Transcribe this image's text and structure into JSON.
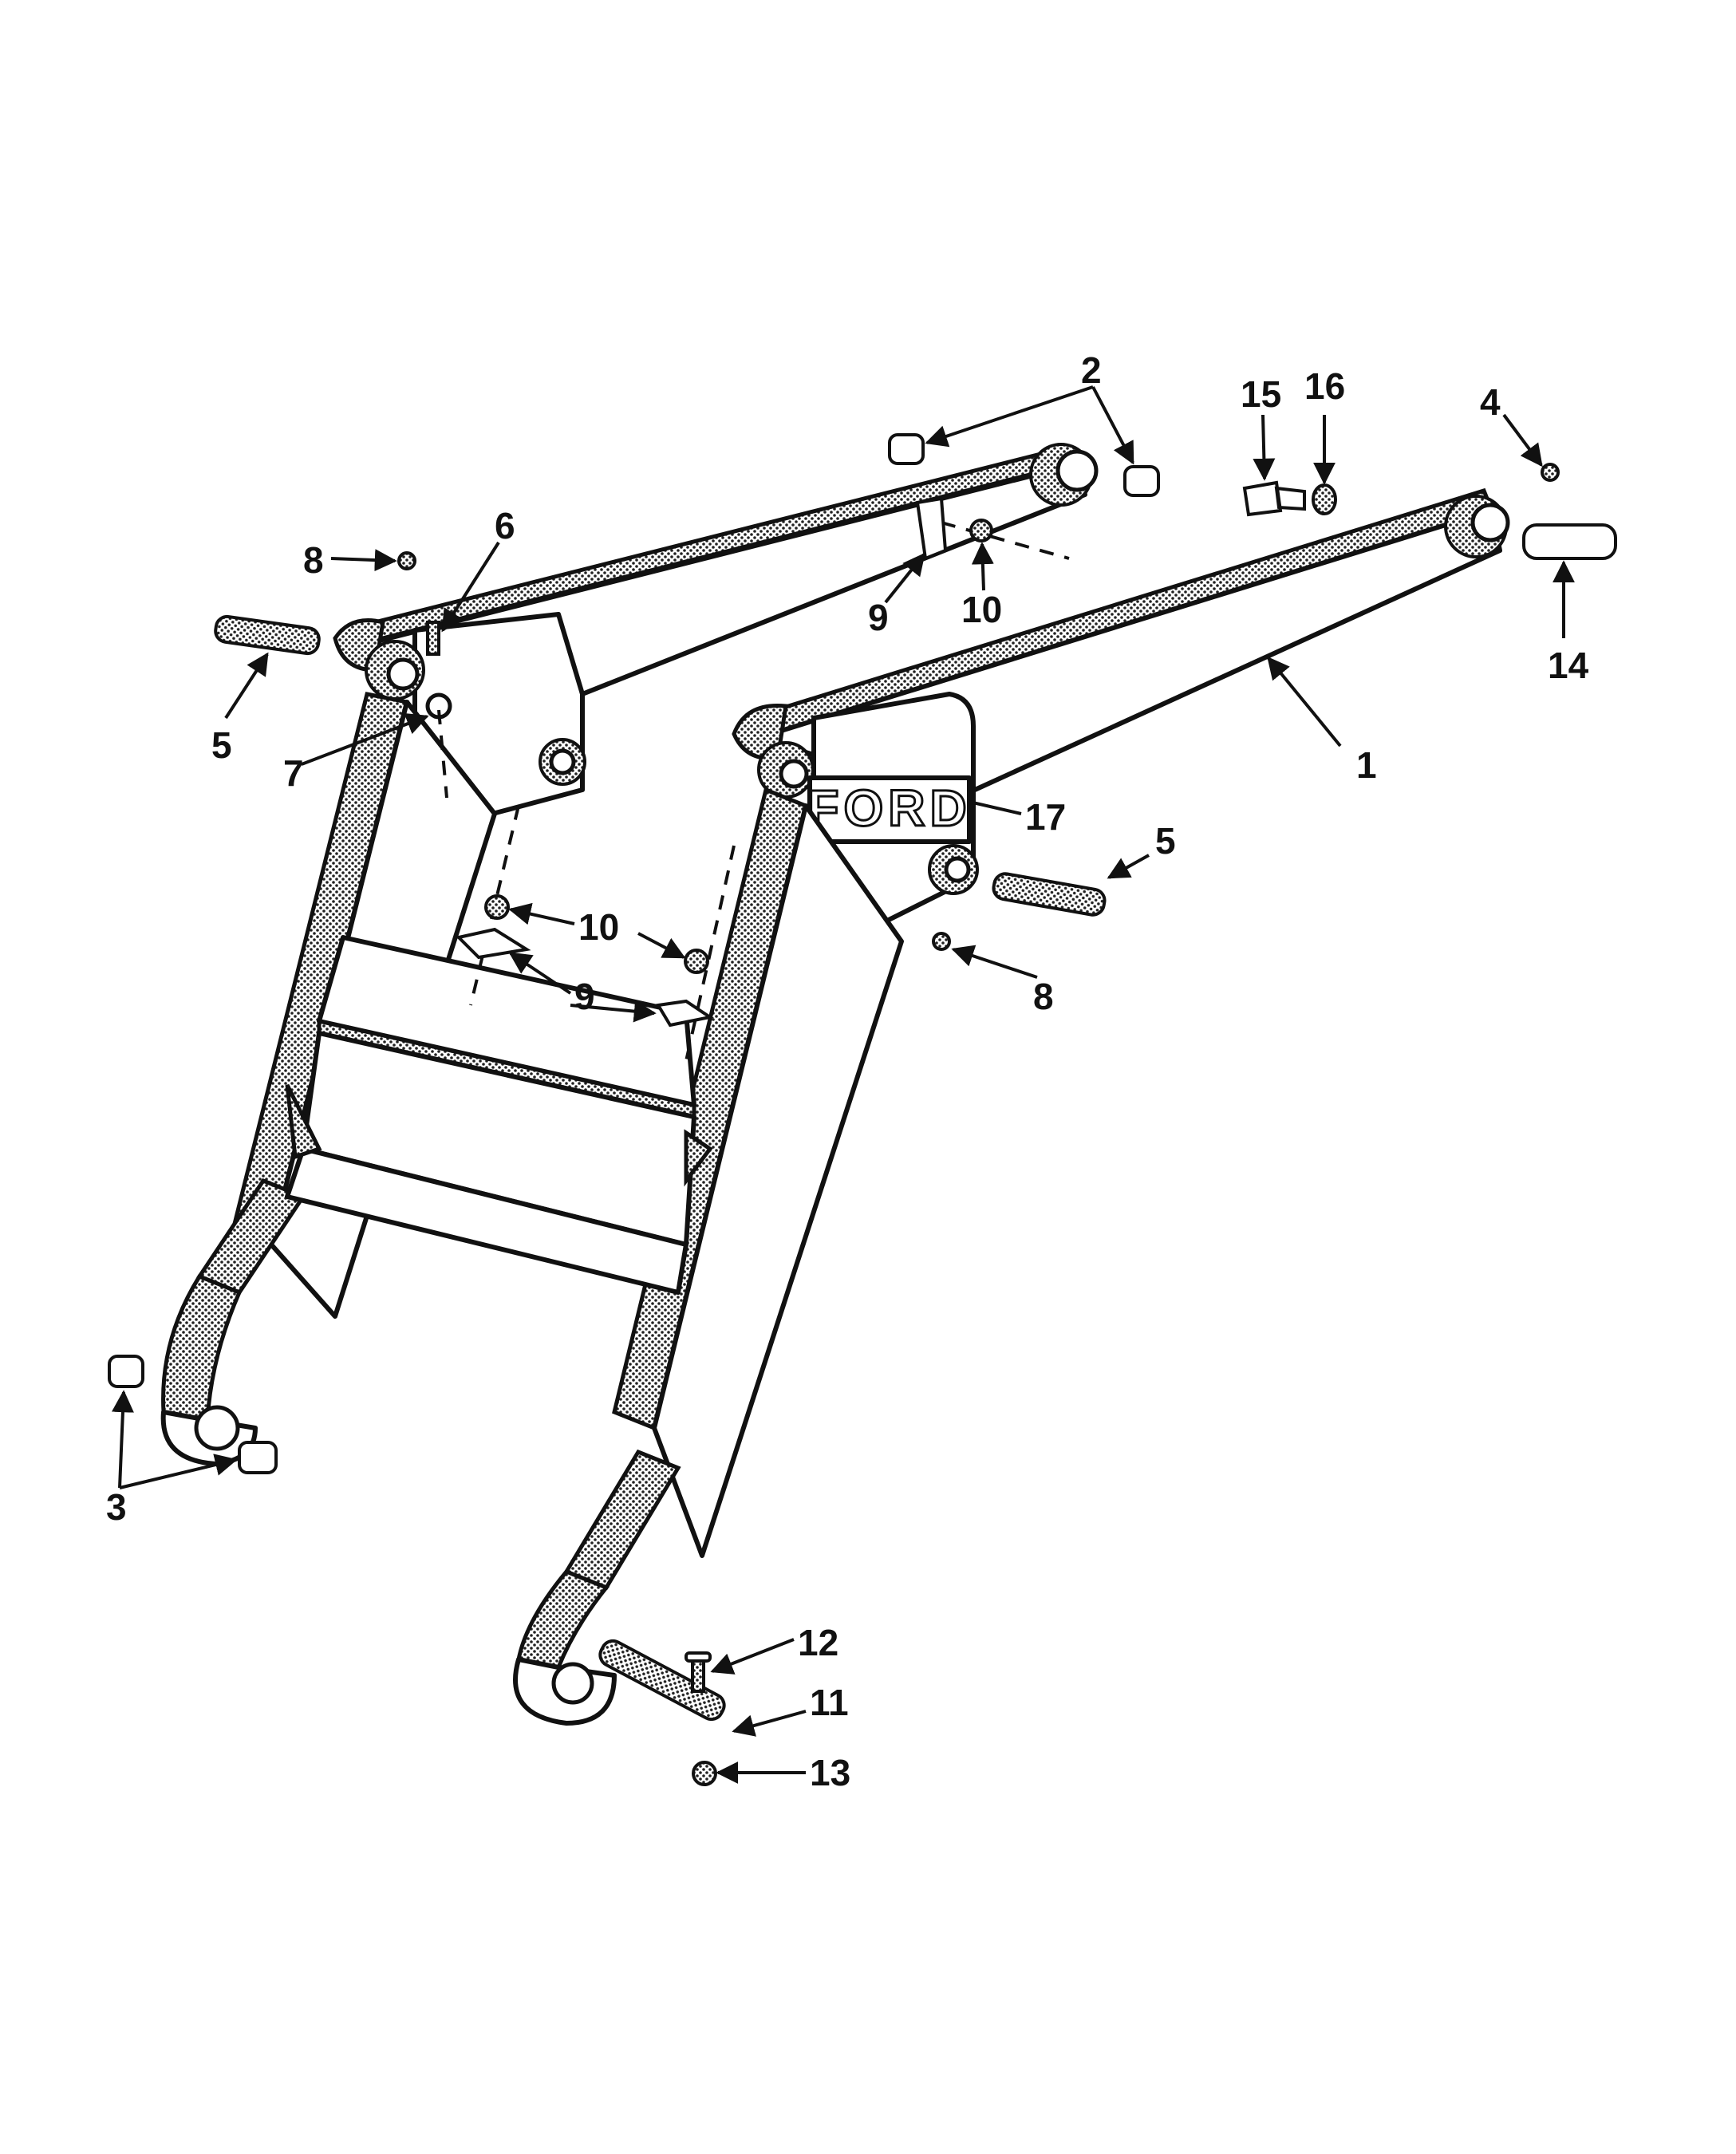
{
  "diagram": {
    "logo_text": "FORD",
    "callouts": [
      {
        "id": "c1",
        "text": "1"
      },
      {
        "id": "c2",
        "text": "2"
      },
      {
        "id": "c3",
        "text": "3"
      },
      {
        "id": "c4",
        "text": "4"
      },
      {
        "id": "c5a",
        "text": "5"
      },
      {
        "id": "c5b",
        "text": "5"
      },
      {
        "id": "c6",
        "text": "6"
      },
      {
        "id": "c7",
        "text": "7"
      },
      {
        "id": "c8a",
        "text": "8"
      },
      {
        "id": "c8b",
        "text": "8"
      },
      {
        "id": "c9a",
        "text": "9"
      },
      {
        "id": "c9b",
        "text": "9"
      },
      {
        "id": "c10a",
        "text": "10"
      },
      {
        "id": "c10b",
        "text": "10"
      },
      {
        "id": "c11",
        "text": "11"
      },
      {
        "id": "c12",
        "text": "12"
      },
      {
        "id": "c13",
        "text": "13"
      },
      {
        "id": "c14",
        "text": "14"
      },
      {
        "id": "c15",
        "text": "15"
      },
      {
        "id": "c16",
        "text": "16"
      },
      {
        "id": "c17",
        "text": "17"
      }
    ]
  }
}
